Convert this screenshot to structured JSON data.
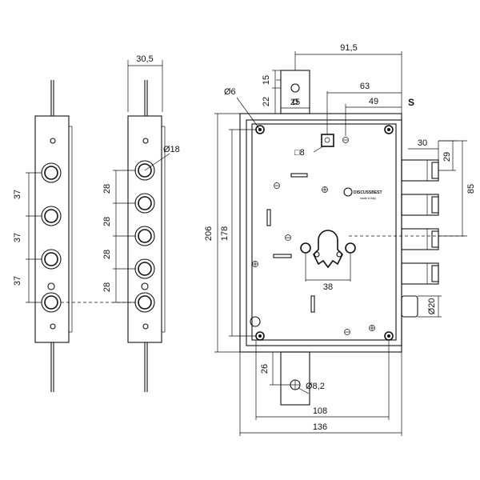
{
  "dimensions": {
    "rail_width": "30,5",
    "hole_diameter": "Ø18",
    "left_spacing": [
      "37",
      "37",
      "37"
    ],
    "right_spacing": [
      "28",
      "28",
      "28",
      "28"
    ],
    "overall_height": "206",
    "inner_height": "178",
    "bolt_hole_diameter": "Ø6",
    "top_total": "91,5",
    "top_63": "63",
    "top_49": "49",
    "side_label": "S",
    "plate_15": "15",
    "plate_22": "22",
    "plate_25": "25",
    "square_size": "□8",
    "bolt_spacing": "30",
    "bolt_height": "29",
    "bolt_span": "85",
    "cylinder_width": "38",
    "follower_diameter": "Ø20",
    "bottom_plate": "26",
    "bottom_hole_diameter": "Ø8,2",
    "bottom_108": "108",
    "overall_width": "136"
  },
  "brand": {
    "name": "DISCUSSBEST",
    "tagline": "made in Italy"
  }
}
